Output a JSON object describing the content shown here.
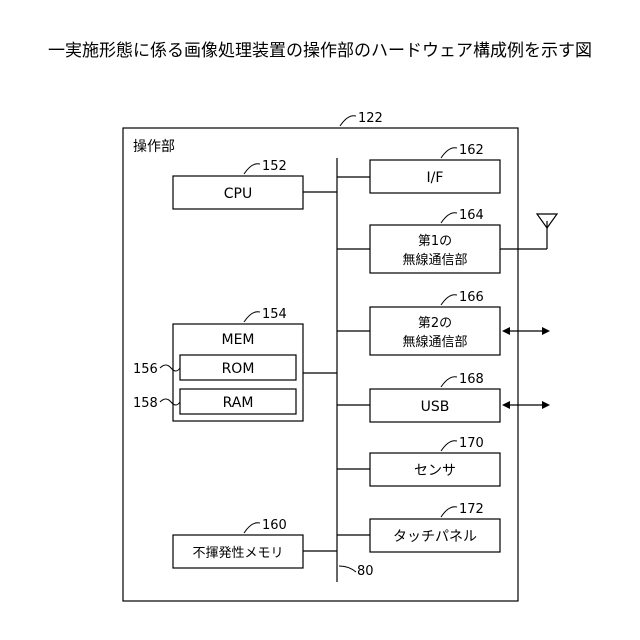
{
  "title": "一実施形態に係る画像処理装置の操作部のハードウェア構成例を示す図",
  "operation_unit": {
    "ref": "122",
    "label": "操作部"
  },
  "bus": {
    "ref": "80"
  },
  "blocks": {
    "cpu": {
      "ref": "152",
      "label": "CPU"
    },
    "mem": {
      "ref": "154",
      "label": "MEM"
    },
    "rom": {
      "ref": "156",
      "label": "ROM"
    },
    "ram": {
      "ref": "158",
      "label": "RAM"
    },
    "nvm": {
      "ref": "160",
      "label": "不揮発性メモリ"
    },
    "if": {
      "ref": "162",
      "label": "I/F"
    },
    "wireless1": {
      "ref": "164",
      "line1": "第1の",
      "line2": "無線通信部"
    },
    "wireless2": {
      "ref": "166",
      "line1": "第2の",
      "line2": "無線通信部"
    },
    "usb": {
      "ref": "168",
      "label": "USB"
    },
    "sensor": {
      "ref": "170",
      "label": "センサ"
    },
    "touch_panel": {
      "ref": "172",
      "label": "タッチパネル"
    }
  }
}
